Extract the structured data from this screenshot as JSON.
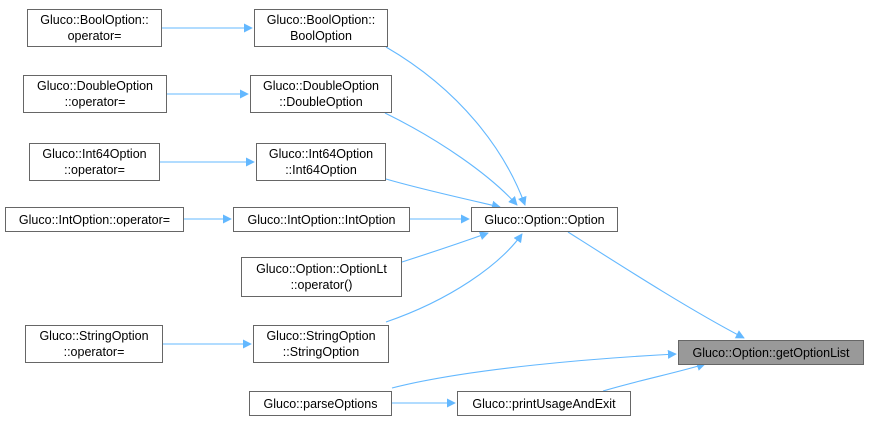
{
  "diagram": {
    "edge_color": "#63b8ff",
    "focus_fill": "#999999",
    "node_border": "#666666",
    "nodes": [
      {
        "id": "bool_op",
        "lines": [
          "Gluco::BoolOption::",
          "operator="
        ]
      },
      {
        "id": "bool_ctor",
        "lines": [
          "Gluco::BoolOption::",
          "BoolOption"
        ]
      },
      {
        "id": "dbl_op",
        "lines": [
          "Gluco::DoubleOption",
          "::operator="
        ]
      },
      {
        "id": "dbl_ctor",
        "lines": [
          "Gluco::DoubleOption",
          "::DoubleOption"
        ]
      },
      {
        "id": "i64_op",
        "lines": [
          "Gluco::Int64Option",
          "::operator="
        ]
      },
      {
        "id": "i64_ctor",
        "lines": [
          "Gluco::Int64Option",
          "::Int64Option"
        ]
      },
      {
        "id": "int_op",
        "lines": [
          "Gluco::IntOption::operator="
        ]
      },
      {
        "id": "int_ctor",
        "lines": [
          "Gluco::IntOption::IntOption"
        ]
      },
      {
        "id": "opt_ctor",
        "lines": [
          "Gluco::Option::Option"
        ]
      },
      {
        "id": "optlt_op",
        "lines": [
          "Gluco::Option::OptionLt",
          "::operator()"
        ]
      },
      {
        "id": "str_op",
        "lines": [
          "Gluco::StringOption",
          "::operator="
        ]
      },
      {
        "id": "str_ctor",
        "lines": [
          "Gluco::StringOption",
          "::StringOption"
        ]
      },
      {
        "id": "get_list",
        "lines": [
          "Gluco::Option::getOptionList"
        ],
        "focus": true
      },
      {
        "id": "parse",
        "lines": [
          "Gluco::parseOptions"
        ]
      },
      {
        "id": "usage",
        "lines": [
          "Gluco::printUsageAndExit"
        ]
      }
    ],
    "edges": [
      {
        "from": "bool_op",
        "to": "bool_ctor"
      },
      {
        "from": "dbl_op",
        "to": "dbl_ctor"
      },
      {
        "from": "i64_op",
        "to": "i64_ctor"
      },
      {
        "from": "int_op",
        "to": "int_ctor"
      },
      {
        "from": "str_op",
        "to": "str_ctor"
      },
      {
        "from": "bool_ctor",
        "to": "opt_ctor"
      },
      {
        "from": "dbl_ctor",
        "to": "opt_ctor"
      },
      {
        "from": "i64_ctor",
        "to": "opt_ctor"
      },
      {
        "from": "int_ctor",
        "to": "opt_ctor"
      },
      {
        "from": "optlt_op",
        "to": "opt_ctor"
      },
      {
        "from": "str_ctor",
        "to": "opt_ctor"
      },
      {
        "from": "opt_ctor",
        "to": "get_list"
      },
      {
        "from": "parse",
        "to": "get_list"
      },
      {
        "from": "parse",
        "to": "usage"
      },
      {
        "from": "usage",
        "to": "get_list"
      }
    ]
  }
}
